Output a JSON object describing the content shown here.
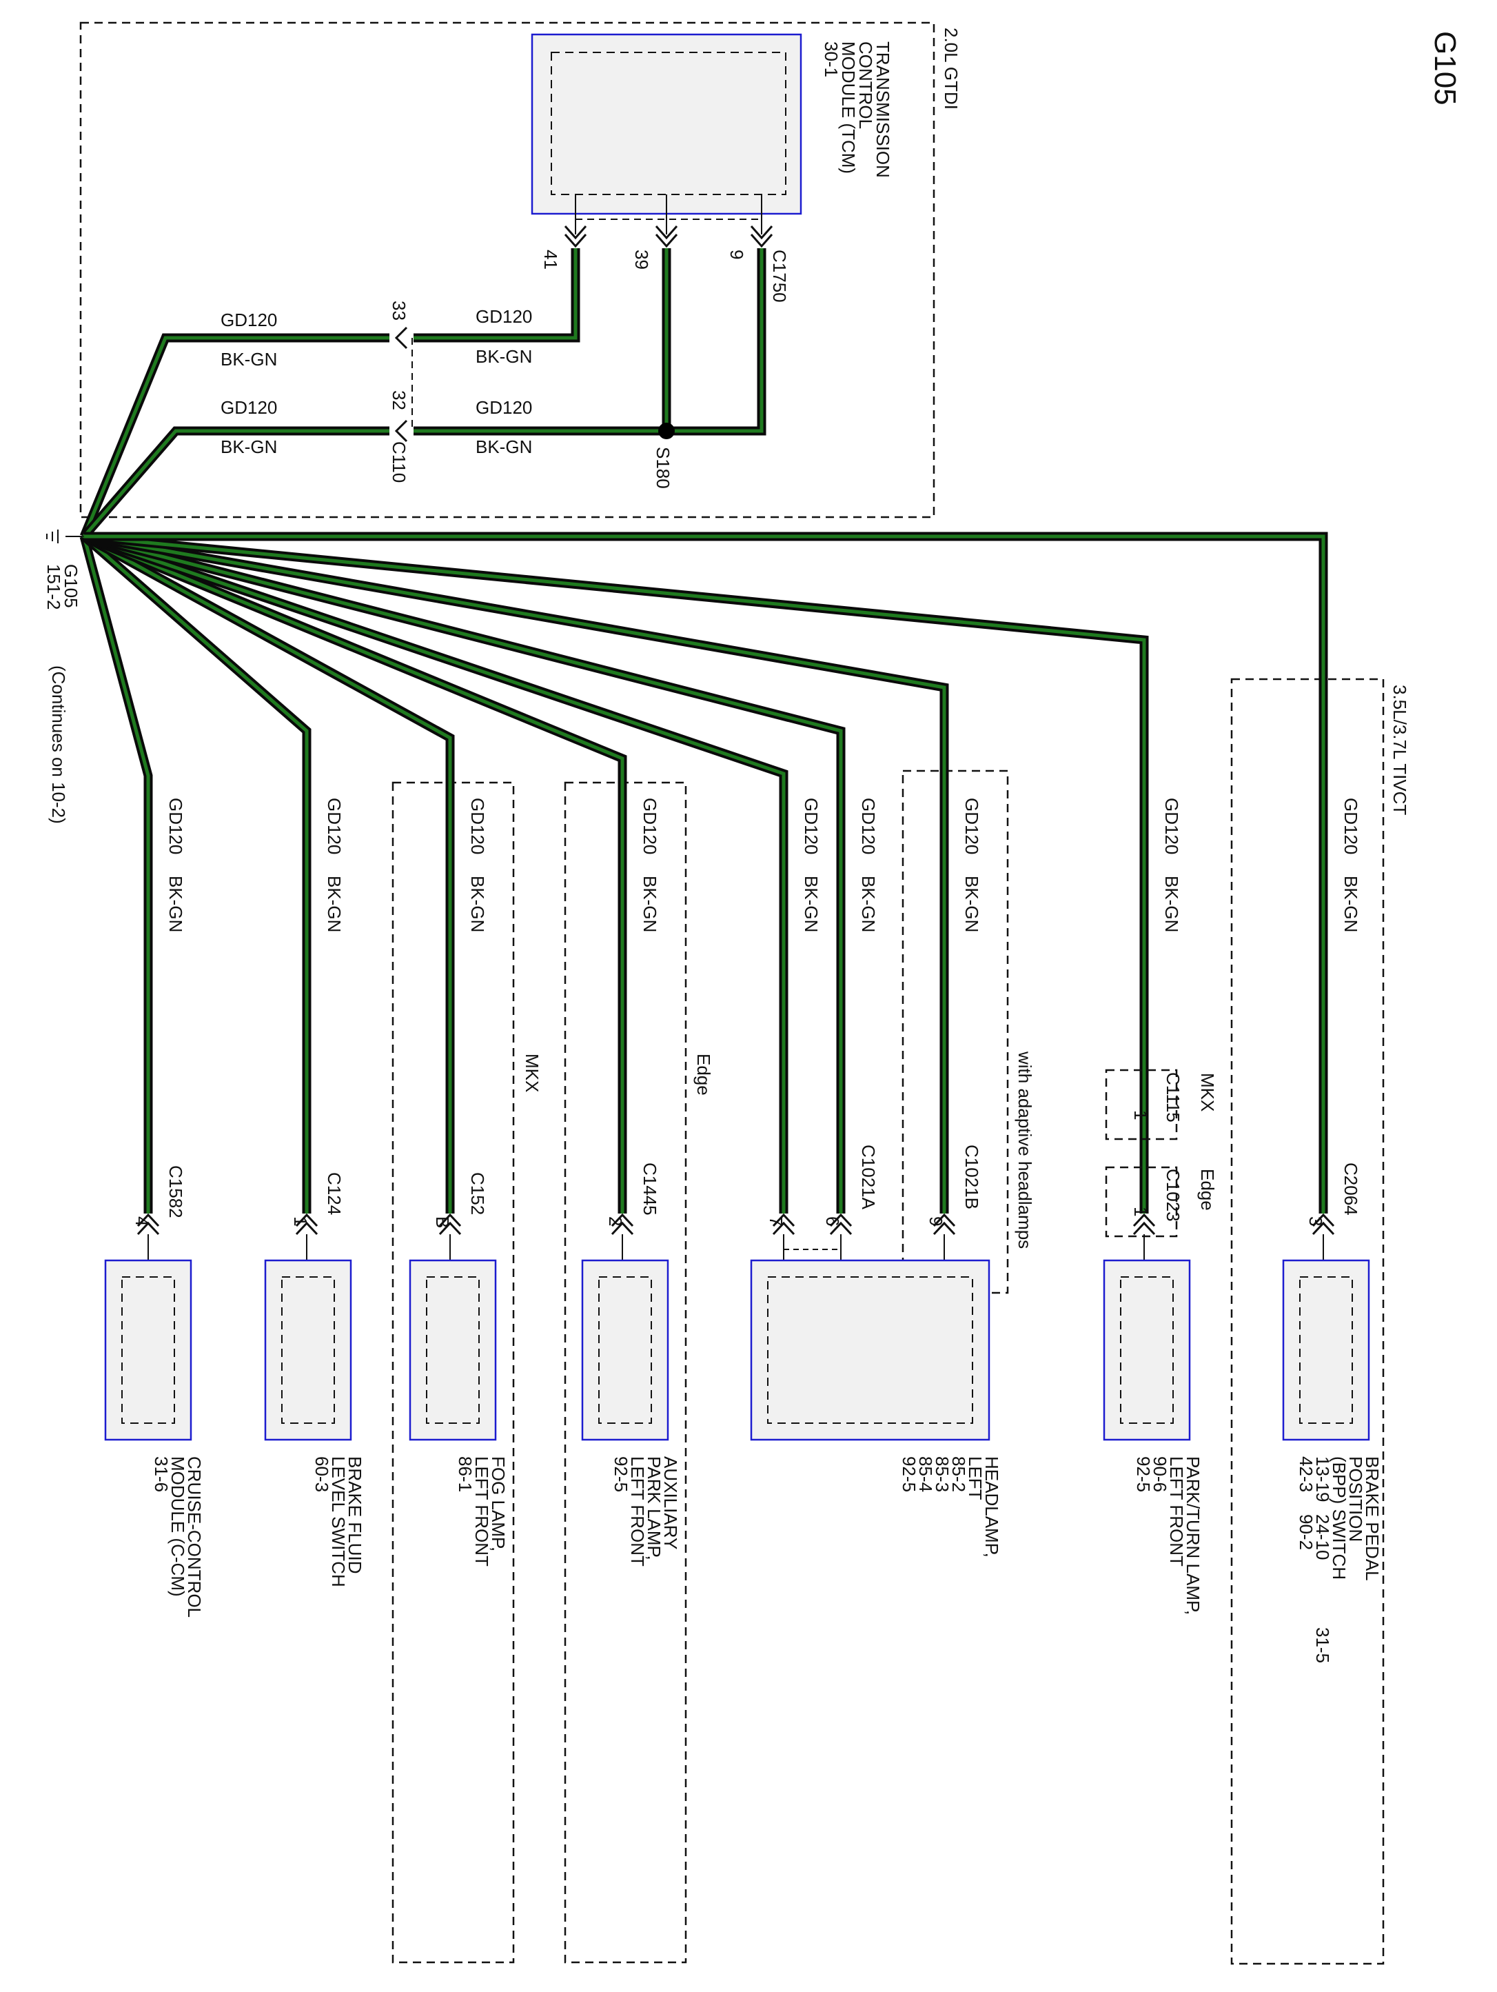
{
  "page_code": "G105",
  "tcm": {
    "variant": "2.0L GTDI",
    "name": [
      "TRANSMISSION",
      "CONTROL",
      "MODULE (TCM)",
      "30-1"
    ],
    "connector": "C1750",
    "pins": [
      "41",
      "39",
      "9"
    ]
  },
  "inline_connector": {
    "name": "C110",
    "pins": [
      "33",
      "32"
    ]
  },
  "splice": "S180",
  "wire_circuit": "GD120",
  "wire_color": "BK-GN",
  "ground": {
    "name": "G105",
    "ref": "151-2",
    "note": "(Continues on 10-2)"
  },
  "groups": {
    "mkx": "MKX",
    "edge": "Edge",
    "adaptive": "with adaptive headlamps",
    "ttivct": "3.5L/3.7L TIVCT"
  },
  "loads": {
    "ccm": {
      "connector": "C1582",
      "pin": "4",
      "name": [
        "CRUISE-CONTROL",
        "MODULE (C-CM)",
        "31-6"
      ]
    },
    "bfl": {
      "connector": "C124",
      "pin": "1",
      "name": [
        "BRAKE FLUID",
        "LEVEL SWITCH",
        "60-3"
      ]
    },
    "fog": {
      "connector": "C152",
      "pin": "B",
      "name": [
        "FOG LAMP,",
        "LEFT FRONT",
        "86-1"
      ]
    },
    "aux": {
      "connector": "C1445",
      "pin": "2",
      "name": [
        "AUXILIARY",
        "PARK LAMP,",
        "LEFT FRONT",
        "92-5"
      ]
    },
    "head": {
      "connector_a": "C1021A",
      "connector_b": "C1021B",
      "pins": [
        "7",
        "6",
        "9"
      ],
      "name": [
        "HEADLAMP,",
        "LEFT",
        "85-2",
        "85-3",
        "85-4",
        "92-5"
      ]
    },
    "park": {
      "connector_mkx": "C1115",
      "connector_edge": "C1023",
      "pin": "1",
      "name": [
        "PARK/TURN LAMP,",
        "LEFT FRONT",
        "90-6",
        "92-5"
      ]
    },
    "bpp": {
      "connector": "C2064",
      "pin": "3",
      "name": [
        "BRAKE PEDAL",
        "POSITION",
        "(BPP) SWITCH",
        "13-19",
        "24-10",
        "31-5",
        "42-3",
        "90-2"
      ]
    }
  }
}
